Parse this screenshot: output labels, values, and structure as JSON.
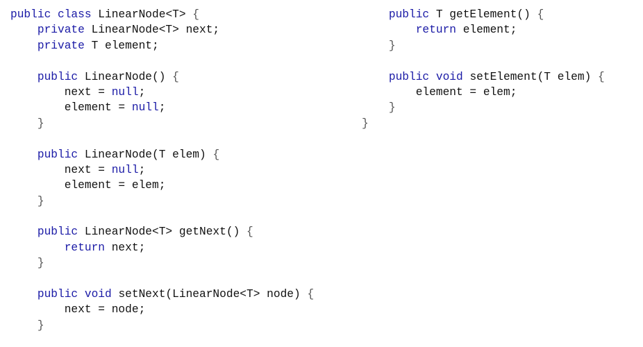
{
  "code": {
    "left_lines": [
      [
        {
          "t": "public class ",
          "k": "kw"
        },
        {
          "t": "LinearNode<T> ",
          "k": "plain"
        },
        {
          "t": "{",
          "k": "brace"
        }
      ],
      [
        {
          "t": "    private ",
          "k": "kw"
        },
        {
          "t": "LinearNode<T> next;",
          "k": "plain"
        }
      ],
      [
        {
          "t": "    private ",
          "k": "kw"
        },
        {
          "t": "T element;",
          "k": "plain"
        }
      ],
      [],
      [
        {
          "t": "    public ",
          "k": "kw"
        },
        {
          "t": "LinearNode() ",
          "k": "plain"
        },
        {
          "t": "{",
          "k": "brace"
        }
      ],
      [
        {
          "t": "        next = ",
          "k": "plain"
        },
        {
          "t": "null",
          "k": "kw"
        },
        {
          "t": ";",
          "k": "plain"
        }
      ],
      [
        {
          "t": "        element = ",
          "k": "plain"
        },
        {
          "t": "null",
          "k": "kw"
        },
        {
          "t": ";",
          "k": "plain"
        }
      ],
      [
        {
          "t": "    }",
          "k": "brace"
        }
      ],
      [],
      [
        {
          "t": "    public ",
          "k": "kw"
        },
        {
          "t": "LinearNode(T elem) ",
          "k": "plain"
        },
        {
          "t": "{",
          "k": "brace"
        }
      ],
      [
        {
          "t": "        next = ",
          "k": "plain"
        },
        {
          "t": "null",
          "k": "kw"
        },
        {
          "t": ";",
          "k": "plain"
        }
      ],
      [
        {
          "t": "        element = elem;",
          "k": "plain"
        }
      ],
      [
        {
          "t": "    }",
          "k": "brace"
        }
      ],
      [],
      [
        {
          "t": "    public ",
          "k": "kw"
        },
        {
          "t": "LinearNode<T> getNext() ",
          "k": "plain"
        },
        {
          "t": "{",
          "k": "brace"
        }
      ],
      [
        {
          "t": "        return ",
          "k": "kw"
        },
        {
          "t": "next;",
          "k": "plain"
        }
      ],
      [
        {
          "t": "    }",
          "k": "brace"
        }
      ],
      [],
      [
        {
          "t": "    public void ",
          "k": "kw"
        },
        {
          "t": "setNext(LinearNode<T> node) ",
          "k": "plain"
        },
        {
          "t": "{",
          "k": "brace"
        }
      ],
      [
        {
          "t": "        next = node;",
          "k": "plain"
        }
      ],
      [
        {
          "t": "    }",
          "k": "brace"
        }
      ]
    ],
    "right_lines": [
      [
        {
          "t": "    public ",
          "k": "kw"
        },
        {
          "t": "T getElement() ",
          "k": "plain"
        },
        {
          "t": "{",
          "k": "brace"
        }
      ],
      [
        {
          "t": "        return ",
          "k": "kw"
        },
        {
          "t": "element;",
          "k": "plain"
        }
      ],
      [
        {
          "t": "    }",
          "k": "brace"
        }
      ],
      [],
      [
        {
          "t": "    public void ",
          "k": "kw"
        },
        {
          "t": "setElement(T elem) ",
          "k": "plain"
        },
        {
          "t": "{",
          "k": "brace"
        }
      ],
      [
        {
          "t": "        element = elem;",
          "k": "plain"
        }
      ],
      [
        {
          "t": "    }",
          "k": "brace"
        }
      ],
      [
        {
          "t": "}",
          "k": "brace"
        }
      ]
    ]
  }
}
